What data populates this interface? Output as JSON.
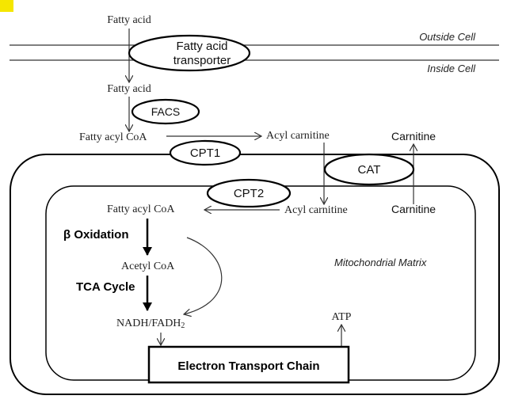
{
  "labels": {
    "fatty_acid_out": "Fatty acid",
    "transporter_line1": "Fatty acid",
    "transporter_line2": "transporter",
    "outside_cell": "Outside Cell",
    "inside_cell": "Inside Cell",
    "fatty_acid_in": "Fatty acid",
    "facs": "FACS",
    "fatty_acyl_coa_top": "Fatty acyl CoA",
    "acyl_carnitine_top": "Acyl carnitine",
    "carnitine_top": "Carnitine",
    "cpt1": "CPT1",
    "cat": "CAT",
    "cpt2": "CPT2",
    "fatty_acyl_coa_inner": "Fatty acyl CoA",
    "acyl_carnitine_inner": "Acyl carnitine",
    "carnitine_inner": "Carnitine",
    "beta_oxidation": "β Oxidation",
    "acetyl_coa": "Acetyl CoA",
    "mitochondrial_matrix": "Mitochondrial Matrix",
    "tca_cycle": "TCA Cycle",
    "nadh_fadh": "NADH/FADH",
    "nadh_sub": "2",
    "atp": "ATP",
    "etc": "Electron Transport Chain"
  },
  "colors": {
    "corner_marker": "#f5e600"
  }
}
